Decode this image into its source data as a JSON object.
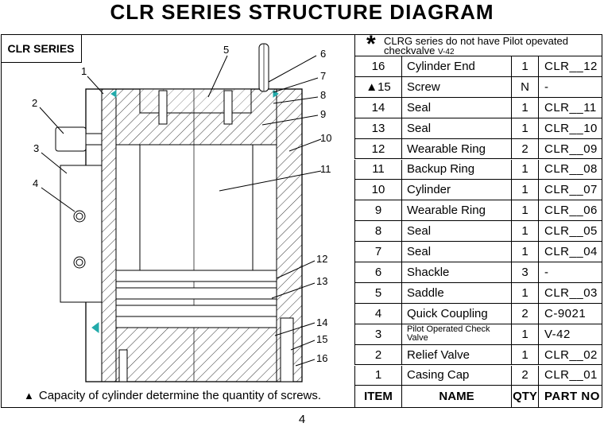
{
  "title": "CLR SERIES STRUCTURE DIAGRAM",
  "series_label": "CLR SERIES",
  "note": {
    "symbol": "*",
    "line1": "CLRG series do not have Pilot opevated",
    "line2": "checkvalve",
    "line2_small": "V-42"
  },
  "table": {
    "header": {
      "item": "ITEM",
      "name": "NAME",
      "qty": "QTY",
      "part": "PART NO"
    },
    "rows": [
      {
        "item": "16",
        "name": "Cylinder End",
        "qty": "1",
        "part": "CLR__12"
      },
      {
        "item": "▲15",
        "name": "Screw",
        "qty": "N",
        "part": "-"
      },
      {
        "item": "14",
        "name": "Seal",
        "qty": "1",
        "part": "CLR__11"
      },
      {
        "item": "13",
        "name": "Seal",
        "qty": "1",
        "part": "CLR__10"
      },
      {
        "item": "12",
        "name": "Wearable Ring",
        "qty": "2",
        "part": "CLR__09"
      },
      {
        "item": "11",
        "name": "Backup Ring",
        "qty": "1",
        "part": "CLR__08"
      },
      {
        "item": "10",
        "name": "Cylinder",
        "qty": "1",
        "part": "CLR__07"
      },
      {
        "item": "9",
        "name": "Wearable Ring",
        "qty": "1",
        "part": "CLR__06"
      },
      {
        "item": "8",
        "name": "Seal",
        "qty": "1",
        "part": "CLR__05"
      },
      {
        "item": "7",
        "name": "Seal",
        "qty": "1",
        "part": "CLR__04"
      },
      {
        "item": "6",
        "name": "Shackle",
        "qty": "3",
        "part": "-"
      },
      {
        "item": "5",
        "name": "Saddle",
        "qty": "1",
        "part": "CLR__03"
      },
      {
        "item": "4",
        "name": "Quick Coupling",
        "qty": "2",
        "part": "C-9021"
      },
      {
        "item": "3",
        "name": "Pilot Operated Check Valve",
        "qty": "1",
        "part": "V-42"
      },
      {
        "item": "2",
        "name": "Relief Valve",
        "qty": "1",
        "part": "CLR__02"
      },
      {
        "item": "1",
        "name": "Casing Cap",
        "qty": "2",
        "part": "CLR__01"
      }
    ]
  },
  "callouts": [
    "1",
    "2",
    "3",
    "4",
    "5",
    "6",
    "7",
    "8",
    "9",
    "10",
    "11",
    "12",
    "13",
    "14",
    "15",
    "16"
  ],
  "footnote": {
    "symbol": "▲",
    "text": "Capacity of cylinder determine the quantity of screws."
  },
  "page_number": "4"
}
